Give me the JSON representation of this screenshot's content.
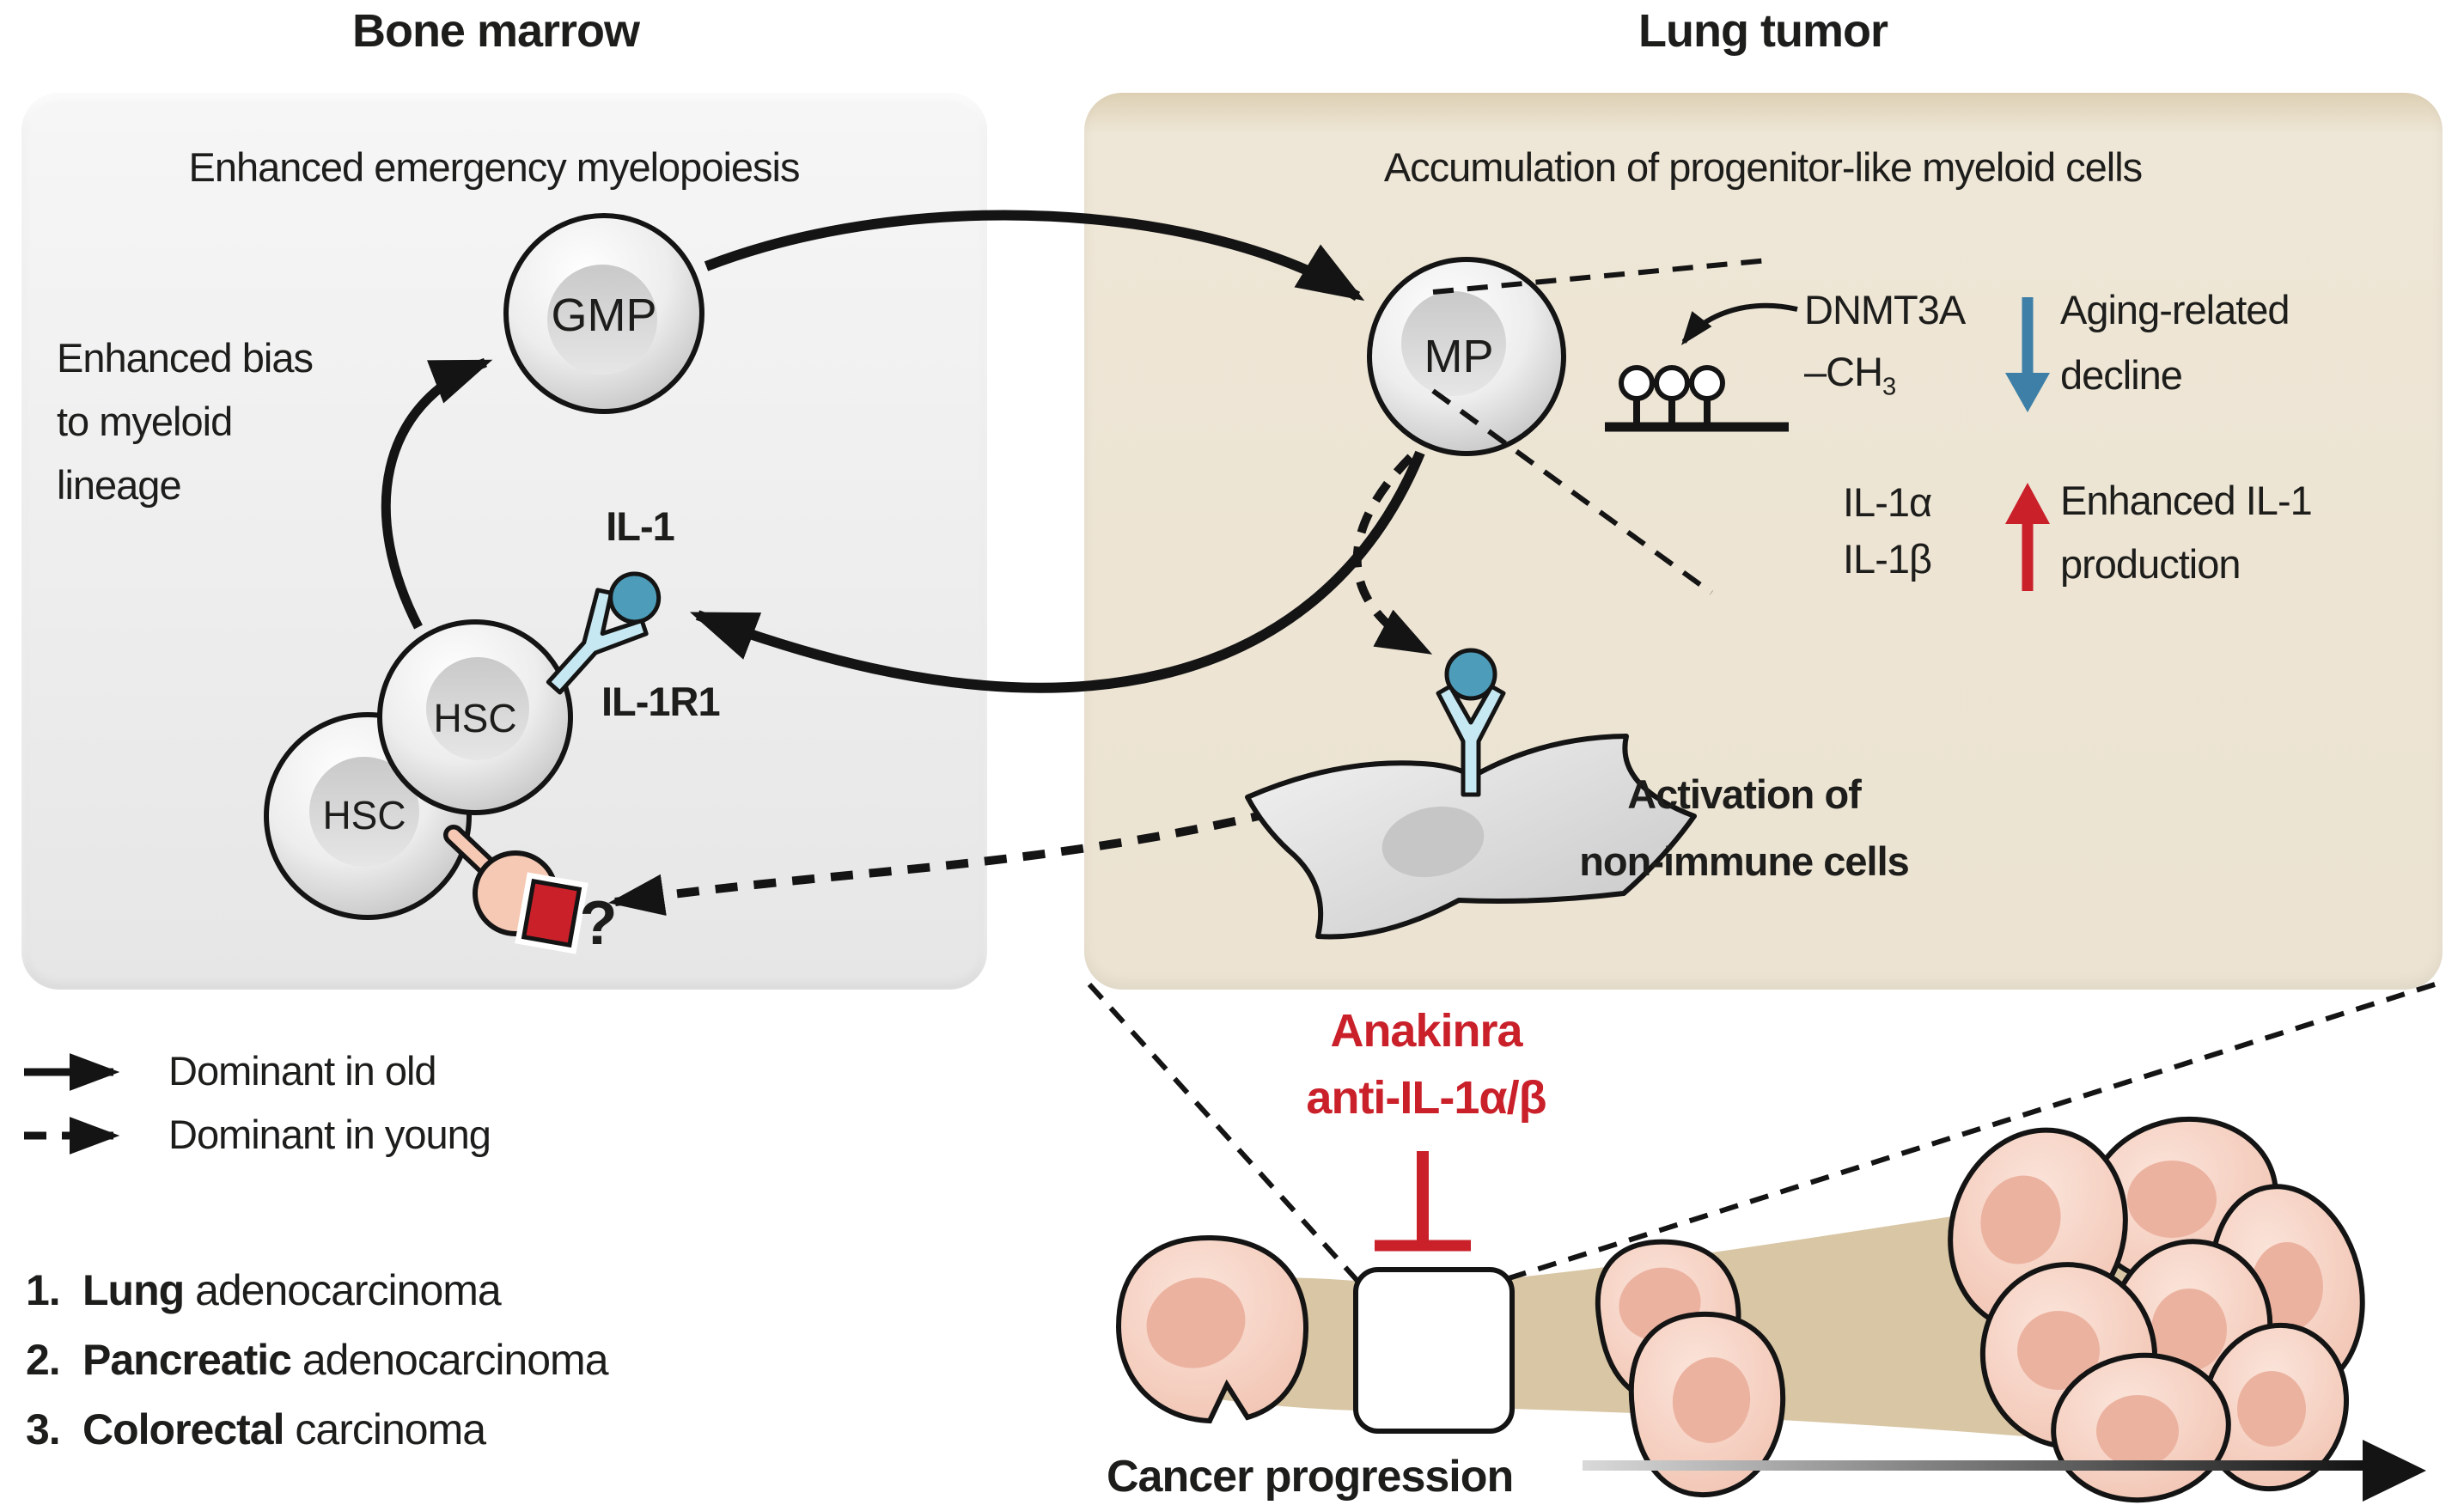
{
  "figure": {
    "title_left": "Bone marrow",
    "title_right": "Lung tumor"
  },
  "bone_marrow": {
    "heading": "Enhanced emergency myelopoiesis",
    "bias_line1": "Enhanced bias",
    "bias_line2": "to myeloid",
    "bias_line3": "lineage",
    "gmp": "GMP",
    "hsc_front": "HSC",
    "hsc_back": "HSC",
    "il1": "IL-1",
    "il1r1": "IL-1R1",
    "unknown_receptor": "?"
  },
  "lung_tumor": {
    "heading": "Accumulation of progenitor-like myeloid cells",
    "mp": "MP",
    "dnmt3a": "DNMT3A",
    "ch3": "–CH",
    "ch3_sub": "3",
    "aging1": "Aging-related",
    "aging2": "decline",
    "il1a": "IL-1α",
    "il1b": "IL-1β",
    "enhanced1": "Enhanced IL-1",
    "enhanced2": "production",
    "activation1": "Activation of",
    "activation2": "non-immune cells"
  },
  "legend": {
    "solid": "Dominant in old",
    "dashed": "Dominant in young"
  },
  "cancers": [
    {
      "num": "1.",
      "bold": "Lung",
      "rest": " adenocarcinoma"
    },
    {
      "num": "2.",
      "bold": "Pancreatic",
      "rest": " adenocarcinoma"
    },
    {
      "num": "3.",
      "bold": "Colorectal",
      "rest": " carcinoma"
    }
  ],
  "treatment": {
    "line1": "Anakinra",
    "line2": "anti-IL-1α/β"
  },
  "progression_label": "Cancer progression",
  "colors": {
    "red_accent": "#c9202a",
    "ligand_blue": "#4d9cba",
    "receptor_light_blue": "#c6e8f2",
    "decline_arrow_blue": "#3d7fa6",
    "panel_tan": "#ece3d2",
    "panel_gray": "#efefef",
    "band_tan": "#d8c6a4",
    "cell_pink": "#f5d0c1",
    "cell_pink_nucleus": "#ecb2a0",
    "cell_gray_edge": "#c2c2c2",
    "ink": "#1d1d1b"
  }
}
